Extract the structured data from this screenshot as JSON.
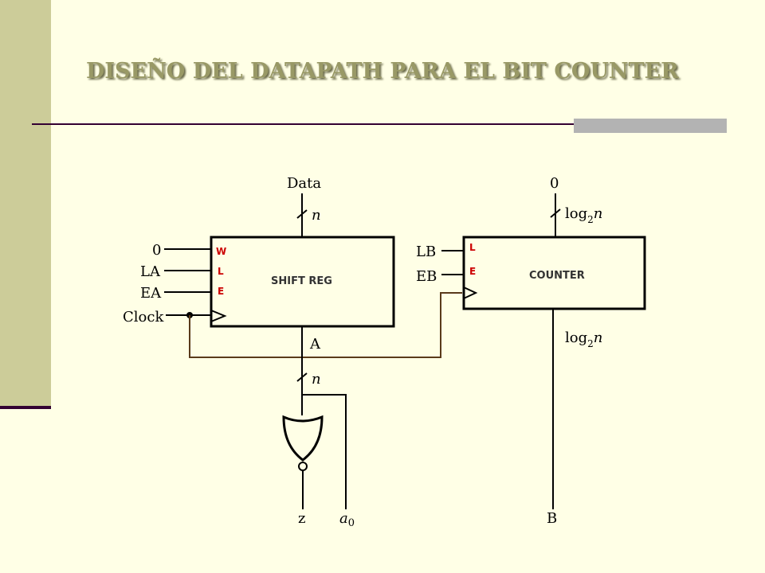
{
  "title": "DISEÑO DEL DATAPATH PARA EL BIT COUNTER",
  "shift_reg": {
    "name": "SHIFT REG",
    "pins": [
      "W",
      "L",
      "E"
    ],
    "inputs": [
      "0",
      "LA",
      "EA",
      "Clock"
    ],
    "data_label": "Data",
    "bus_width": "n",
    "output_label": "A",
    "output_bus_width": "n"
  },
  "counter": {
    "name": "COUNTER",
    "pins": [
      "L",
      "E"
    ],
    "inputs": [
      "LB",
      "EB"
    ],
    "top_input": "0",
    "bus_width_top": "log",
    "bus_width_bottom": "log",
    "subscript": "2",
    "bus_width_var": "n",
    "output_label": "B"
  },
  "outputs": {
    "z": "z",
    "a0_letter": "a",
    "a0_sub": "0"
  },
  "colors": {
    "clock_wire": "#5a3a1a",
    "pin_text": "#cc0000",
    "title": "#999966"
  }
}
